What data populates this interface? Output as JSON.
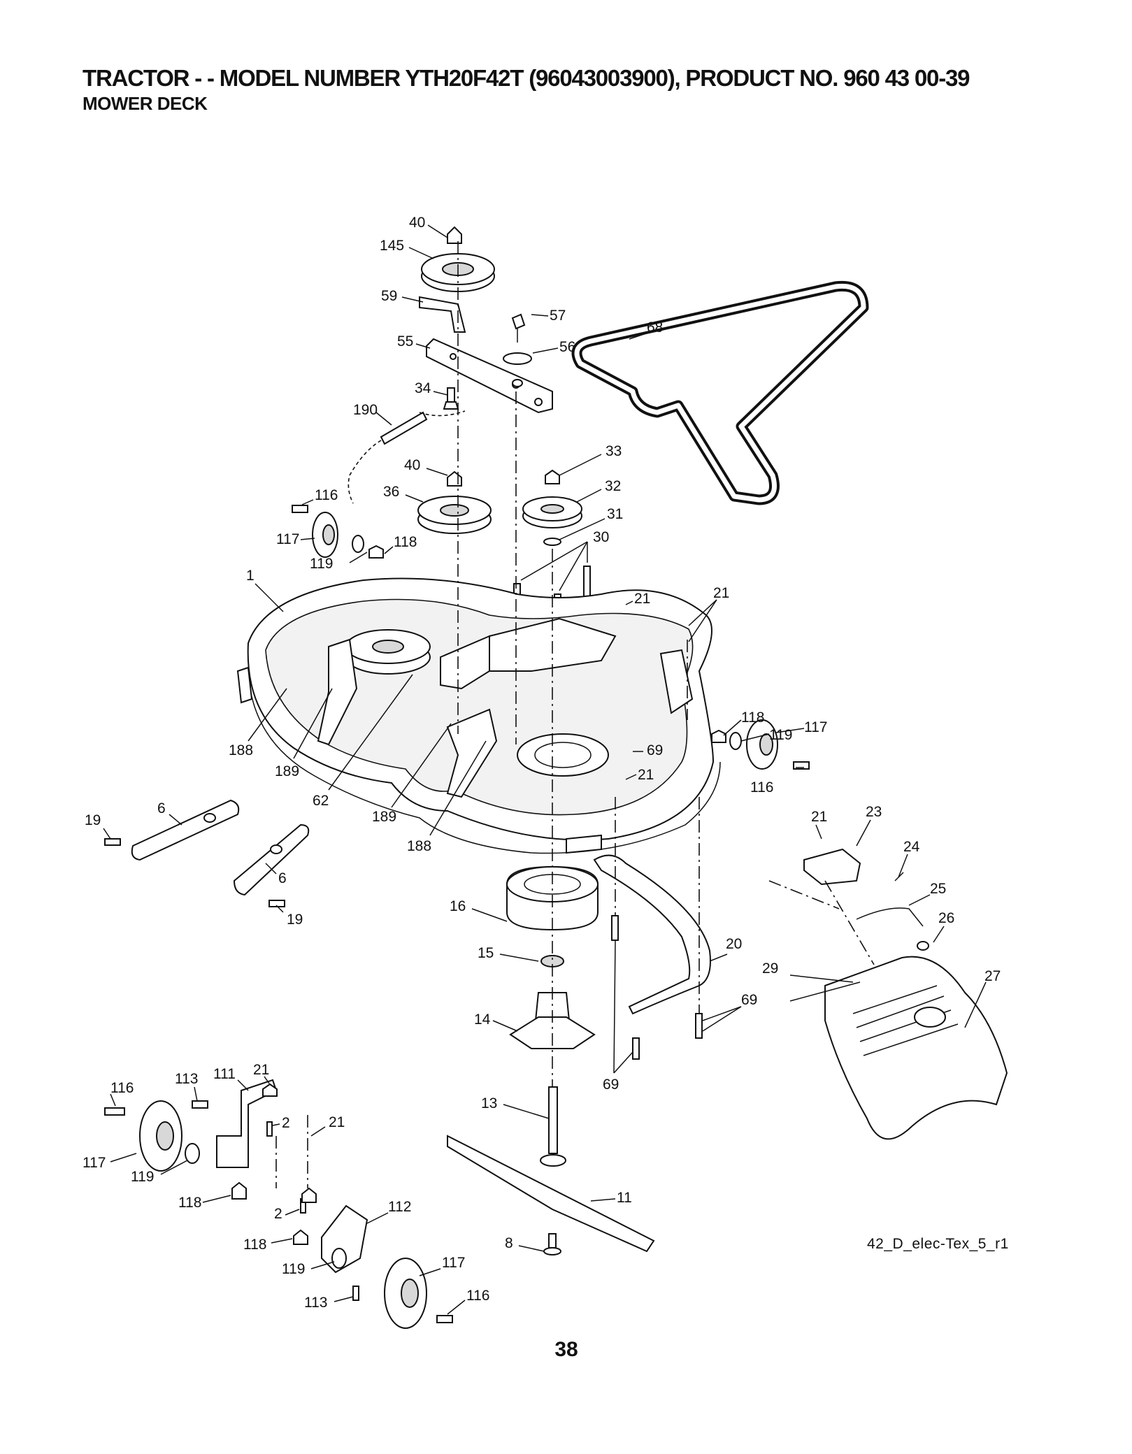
{
  "header": {
    "title": "TRACTOR - - MODEL NUMBER YTH20F42T (96043003900), PRODUCT NO. 960 43 00-39",
    "subtitle": "MOWER DECK"
  },
  "drawing_ref": "42_D_elec-Tex_5_r1",
  "page_number": "38",
  "callouts": [
    "40",
    "145",
    "59",
    "57",
    "68",
    "55",
    "56",
    "34",
    "190",
    "33",
    "40",
    "32",
    "36",
    "31",
    "116",
    "30",
    "117",
    "118",
    "119",
    "1",
    "21",
    "21",
    "118",
    "119",
    "117",
    "188",
    "69",
    "189",
    "21",
    "116",
    "62",
    "19",
    "6",
    "189",
    "188",
    "21",
    "23",
    "24",
    "6",
    "25",
    "19",
    "16",
    "26",
    "15",
    "20",
    "29",
    "27",
    "69",
    "14",
    "69",
    "113",
    "111",
    "21",
    "116",
    "2",
    "21",
    "13",
    "117",
    "119",
    "11",
    "118",
    "112",
    "2",
    "118",
    "8",
    "117",
    "119",
    "116",
    "113"
  ]
}
